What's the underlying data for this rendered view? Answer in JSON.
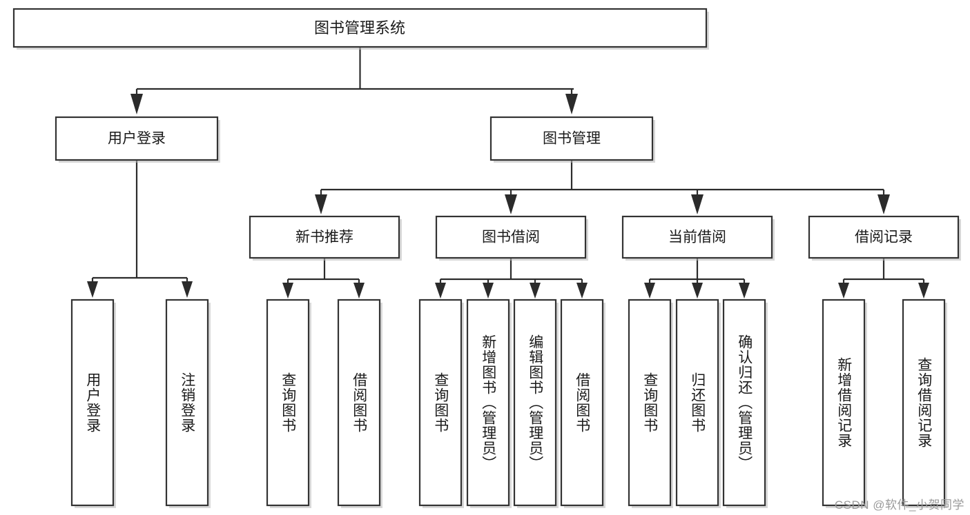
{
  "diagram": {
    "type": "tree-hierarchy",
    "title": "图书管理系统",
    "orientation": "top-down",
    "colors": {
      "box_fill": "#ffffff",
      "box_stroke": "#333333",
      "connector": "#2b2b2b",
      "text": "#1a1a1a",
      "watermark": "#9a9a9a"
    },
    "root": {
      "label": "图书管理系统"
    },
    "level2": [
      {
        "id": "user-login",
        "label": "用户登录"
      },
      {
        "id": "book-manage",
        "label": "图书管理"
      }
    ],
    "level3": [
      {
        "id": "new-book-recommend",
        "label": "新书推荐"
      },
      {
        "id": "book-borrow",
        "label": "图书借阅"
      },
      {
        "id": "current-borrow",
        "label": "当前借阅"
      },
      {
        "id": "borrow-record",
        "label": "借阅记录"
      }
    ],
    "leaves": {
      "user-login": [
        {
          "id": "leaf-user-login",
          "label": "用户登录"
        },
        {
          "id": "leaf-logout-login",
          "label": "注销登录"
        }
      ],
      "new-book-recommend": [
        {
          "id": "leaf-query-book-1",
          "label": "查询图书"
        },
        {
          "id": "leaf-borrow-book-1",
          "label": "借阅图书"
        }
      ],
      "book-borrow": [
        {
          "id": "leaf-query-book-2",
          "label": "查询图书"
        },
        {
          "id": "leaf-add-book-admin",
          "label": "新增图书（管理员）"
        },
        {
          "id": "leaf-edit-book-admin",
          "label": "编辑图书（管理员）"
        },
        {
          "id": "leaf-borrow-book-2",
          "label": "借阅图书"
        }
      ],
      "current-borrow": [
        {
          "id": "leaf-query-book-3",
          "label": "查询图书"
        },
        {
          "id": "leaf-return-book",
          "label": "归还图书"
        },
        {
          "id": "leaf-confirm-return-admin",
          "label": "确认归还（管理员）"
        }
      ],
      "borrow-record": [
        {
          "id": "leaf-add-borrow-record",
          "label": "新增借阅记录"
        },
        {
          "id": "leaf-query-borrow-record",
          "label": "查询借阅记录"
        }
      ]
    }
  },
  "watermark": {
    "text": "CSDN @软件_小贺同学"
  }
}
